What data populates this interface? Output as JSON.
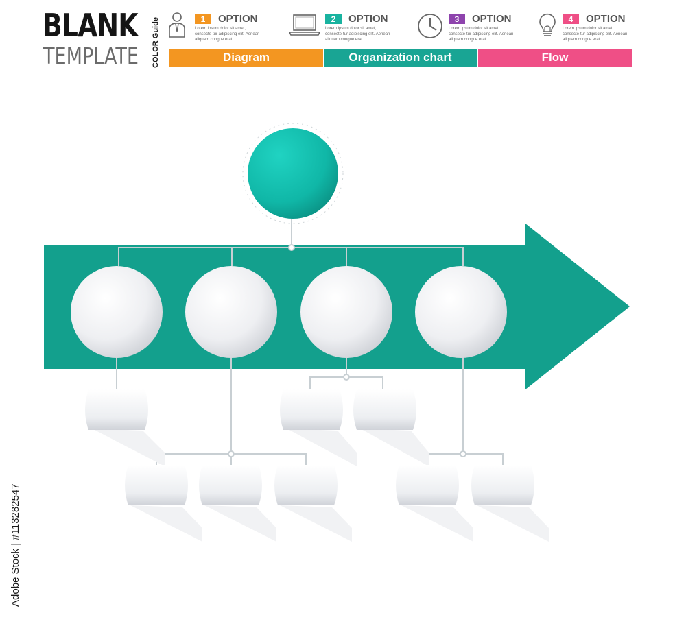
{
  "header": {
    "title": "BLANK",
    "subtitle": "TEMPLATE",
    "color_guide_label": "COLOR Guide"
  },
  "options": [
    {
      "number": "1",
      "label": "OPTION",
      "desc": "Lorem ipsum dolor sit amet, consecte-tur adipiscing elit. Aenean aliquam congue erat.",
      "color": "#f39621",
      "icon": "person-icon"
    },
    {
      "number": "2",
      "label": "OPTION",
      "desc": "Lorem ipsum dolor sit amet, consecte-tur adipiscing elit. Aenean aliquam congue erat.",
      "color": "#19b3a0",
      "icon": "laptop-icon"
    },
    {
      "number": "3",
      "label": "OPTION",
      "desc": "Lorem ipsum dolor sit amet, consecte-tur adipiscing elit. Aenean aliquam congue erat.",
      "color": "#8e44ad",
      "icon": "clock-icon"
    },
    {
      "number": "4",
      "label": "OPTION",
      "desc": "Lorem ipsum dolor sit amet, consecte-tur adipiscing elit. Aenean aliquam congue erat.",
      "color": "#ef4f86",
      "icon": "lightbulb-icon"
    }
  ],
  "bars": [
    {
      "label": "Diagram",
      "color": "#f39621"
    },
    {
      "label": "Organization chart",
      "color": "#19a594"
    },
    {
      "label": "Flow",
      "color": "#ef4f86"
    }
  ],
  "colors": {
    "arrow": "#13a08d",
    "root_circle": "#12bcae",
    "connector": "#c8cfd3",
    "node": "#e6e7ea"
  },
  "watermark": "Adobe Stock | #113282547"
}
